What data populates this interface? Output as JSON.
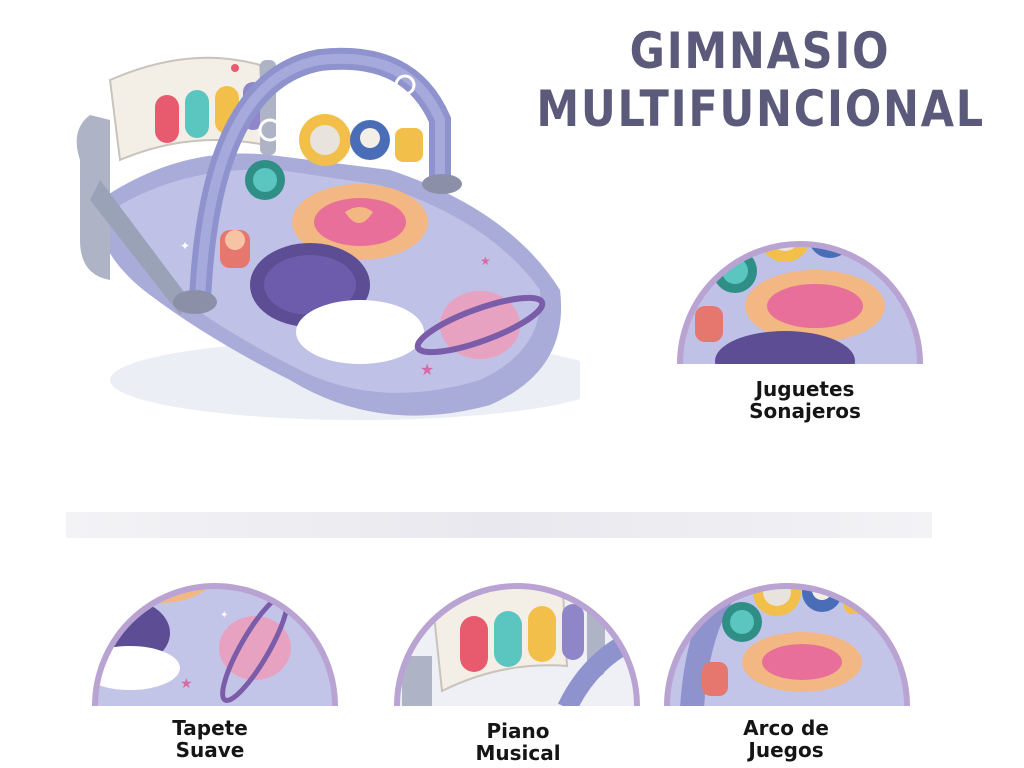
{
  "title": {
    "line1": "GIMNASIO",
    "line2": "MULTIFUNCIONAL"
  },
  "features": [
    {
      "line1": "Juguetes",
      "line2": "Sonajeros"
    },
    {
      "line1": "Tapete",
      "line2": "Suave"
    },
    {
      "line1": "Piano",
      "line2": "Musical"
    },
    {
      "line1": "Arco de",
      "line2": "Juegos"
    }
  ],
  "colors": {
    "title": "#5b5a7a",
    "mat": "#a9abd8",
    "arch": "#8f93cd",
    "ring": "#b9a3d3",
    "planet": "#e6a2c0",
    "sun": "#f3b783",
    "key_red": "#e85a6d",
    "key_teal": "#5bc6c0",
    "key_yellow": "#f2c04a",
    "key_purple": "#8f85c9"
  }
}
